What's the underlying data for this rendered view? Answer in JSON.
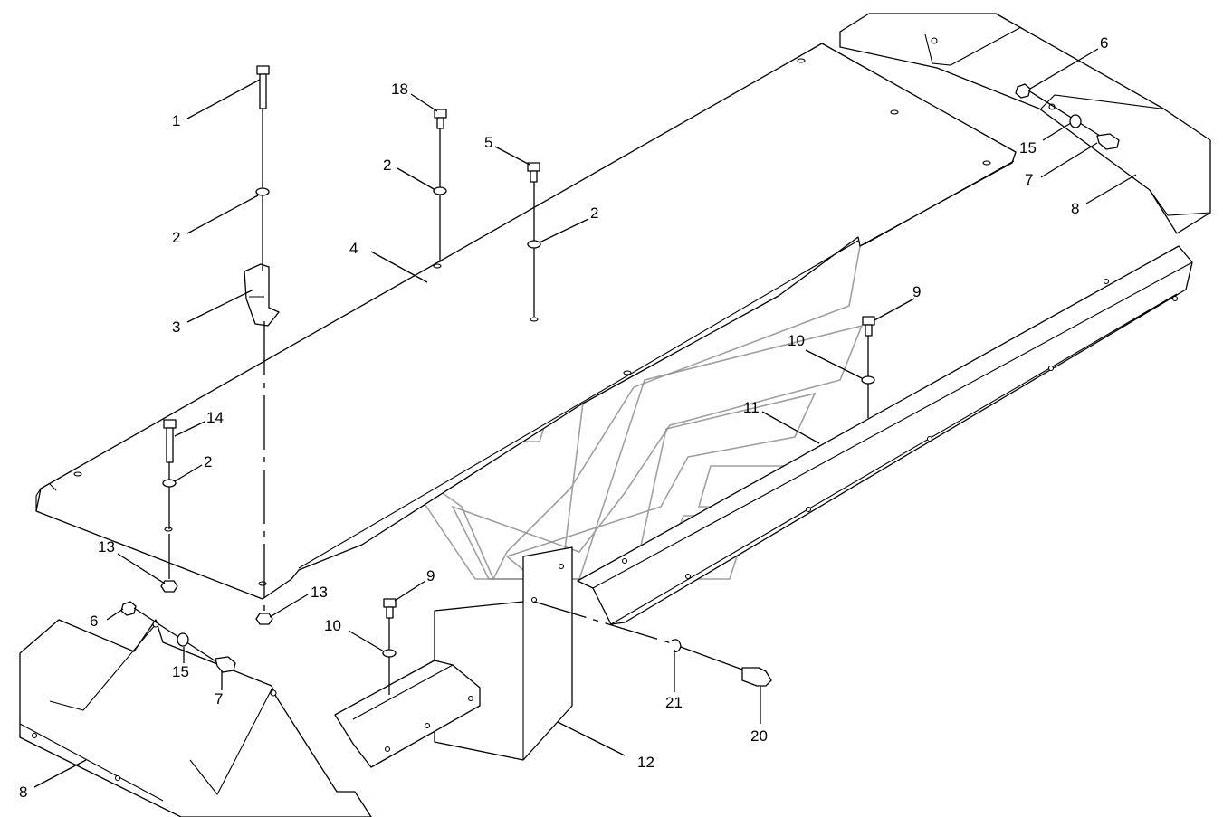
{
  "figure": {
    "callouts": {
      "c1": "1",
      "c2a": "2",
      "c2b": "2",
      "c2c": "2",
      "c2d": "2",
      "c3": "3",
      "c4": "4",
      "c5": "5",
      "c6a": "6",
      "c6b": "6",
      "c7a": "7",
      "c7b": "7",
      "c8a": "8",
      "c8b": "8",
      "c9a": "9",
      "c9b": "9",
      "c10a": "10",
      "c10b": "10",
      "c11": "11",
      "c12": "12",
      "c13a": "13",
      "c13b": "13",
      "c14": "14",
      "c15a": "15",
      "c15b": "15",
      "c18": "18",
      "c20": "20",
      "c21": "21"
    },
    "line_color": "#000000",
    "watermark_color": "#888888"
  }
}
